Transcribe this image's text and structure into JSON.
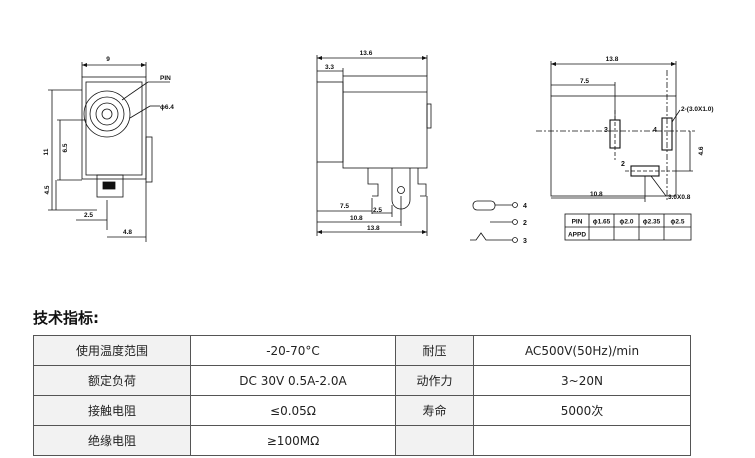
{
  "front_view": {
    "width": "9",
    "height": "11",
    "d1": "6.5",
    "d2": "4.5",
    "d3": "2.5",
    "d4": "4.8",
    "pin": "PIN",
    "dia": "ϕ6.4"
  },
  "side_view": {
    "length": "13.6",
    "front": "3.3",
    "d1": "7.5",
    "d2": "2.5",
    "d3": "10.8",
    "d4": "13.8"
  },
  "pcb_view": {
    "length": "13.8",
    "offset": "7.5",
    "slot": "2-(3.0X1.0)",
    "pin3": "3",
    "pin4": "4",
    "pin2": "2",
    "spacing": "4.6",
    "d2": "10.8",
    "slot2": "3.0X0.8"
  },
  "schematic": {
    "n4": "4",
    "n2": "2",
    "n3": "3"
  },
  "pin_table": {
    "header": [
      "PIN",
      "ϕ1.65",
      "ϕ2.0",
      "ϕ2.35",
      "ϕ2.5"
    ],
    "row_label": "APPD"
  },
  "spec_title": "技术指标:",
  "spec_rows": [
    [
      "使用温度范围",
      "-20-70°C",
      "耐压",
      "AC500V(50Hz)/min"
    ],
    [
      "额定负荷",
      "DC 30V 0.5A-2.0A",
      "动作力",
      "3~20N"
    ],
    [
      "接触电阻",
      "≤0.05Ω",
      "寿命",
      "5000次"
    ],
    [
      "绝缘电阻",
      "≥100MΩ",
      "",
      ""
    ]
  ]
}
